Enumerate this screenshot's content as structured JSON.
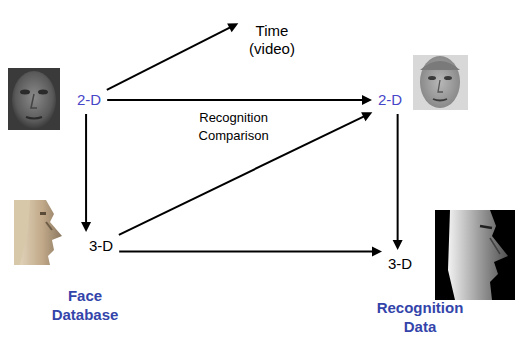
{
  "diagram": {
    "nodes": [
      {
        "text": [
          "2-D"
        ]
      },
      {
        "text": [
          "Time (video)"
        ]
      },
      {
        "text": [
          "2-D"
        ]
      },
      {
        "text": [
          "3-D"
        ]
      },
      {
        "text": [
          "3-D"
        ]
      }
    ],
    "edges": [
      {
        "from": 0,
        "to": 1,
        "arrow": "to"
      },
      {
        "from": 0,
        "to": 2,
        "arrow": "to",
        "label": "Recognition Comparison"
      },
      {
        "from": 0,
        "to": 3,
        "arrow": "to"
      },
      {
        "from": 3,
        "to": 2,
        "arrow": "to"
      },
      {
        "from": 3,
        "to": 4,
        "arrow": "to"
      },
      {
        "from": 2,
        "to": 4,
        "arrow": "to"
      }
    ],
    "labels": [
      "Face Database",
      "Recognition Data"
    ]
  }
}
